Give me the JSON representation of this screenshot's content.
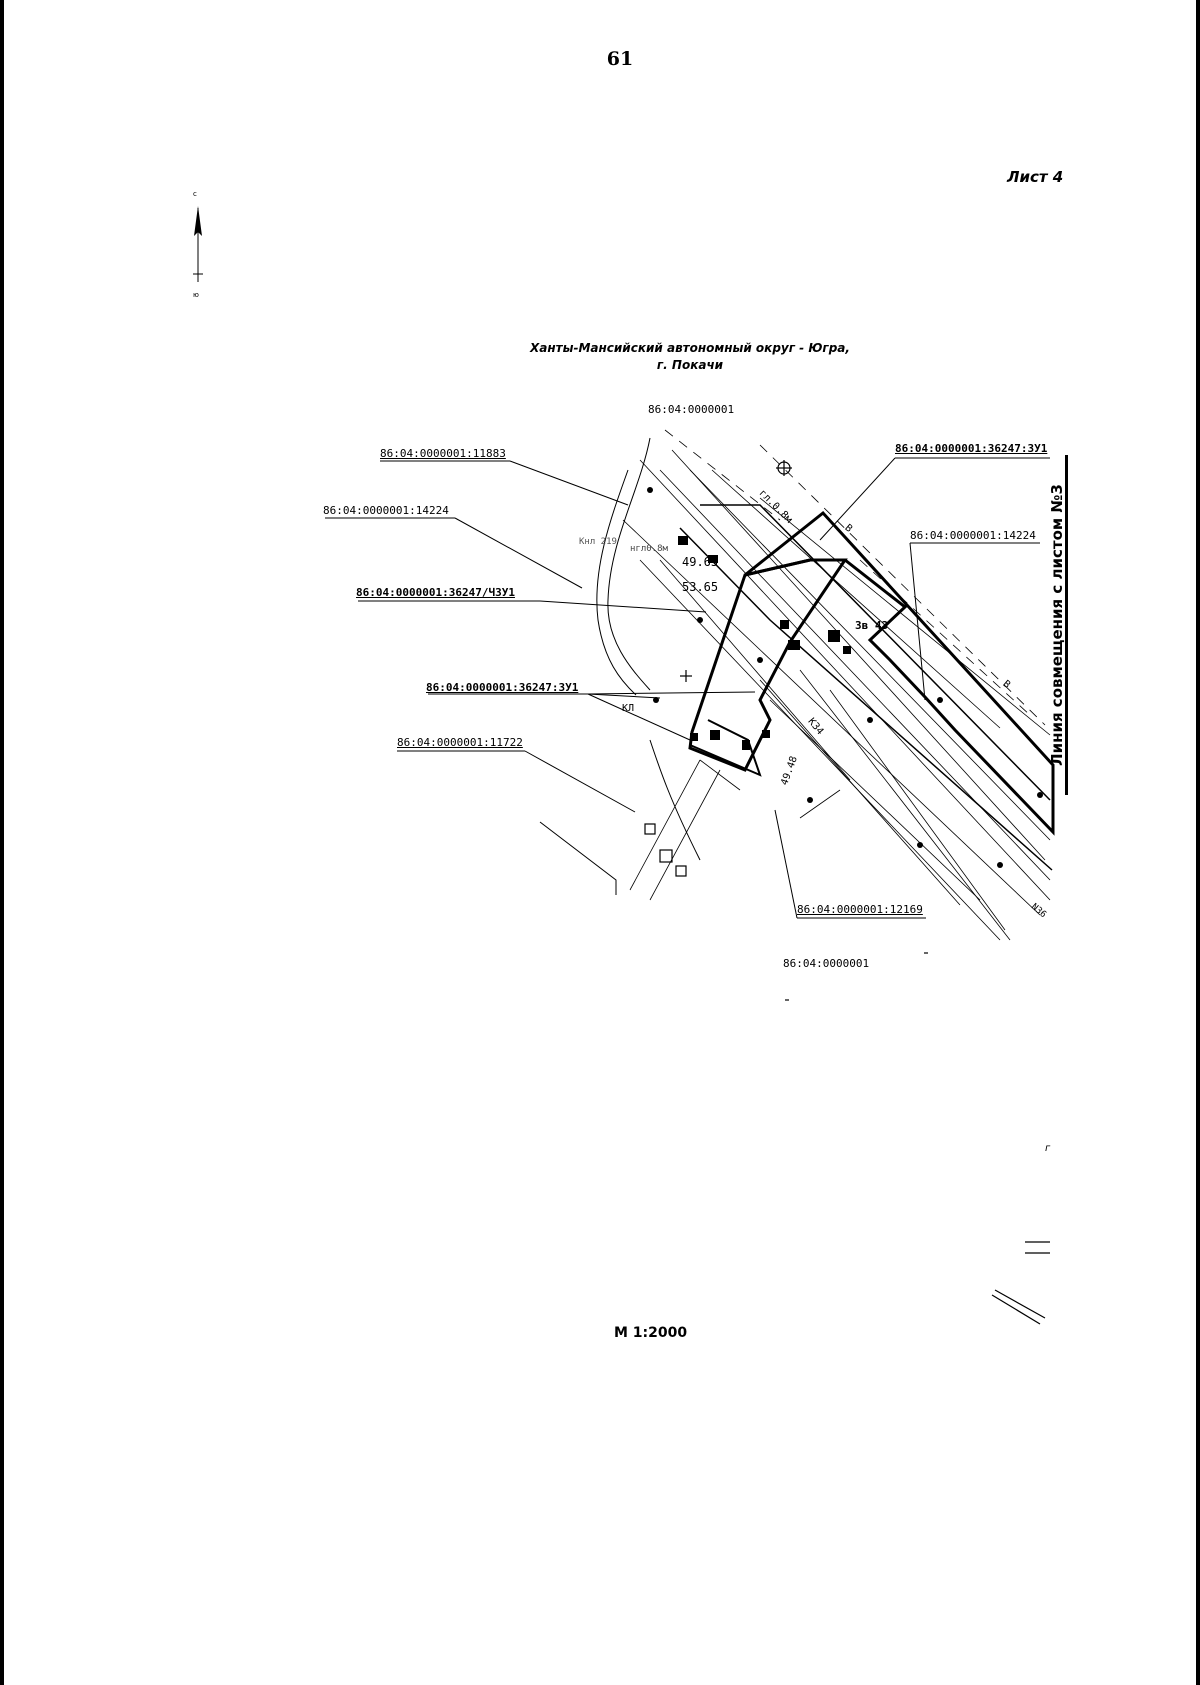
{
  "page_number": "61",
  "sheet_label": "Лист 4",
  "title_line1": "Ханты-Мансийский автономный округ - Югра,",
  "title_line2": "г. Покачи",
  "scale_text": "М 1:2000",
  "side_label": "Линия совмещения с листом №3",
  "north_arrow": {
    "top_letter": "с",
    "bottom_letter": "ю"
  },
  "quarter_top": "86:04:0000001",
  "quarter_bottom": "86:04:0000001",
  "parcel_labels": [
    "86:04:0000001:11883",
    "86:04:0000001:14224",
    "86:04:0000001:36247/ЧЗУ1",
    "86:04:0000001:36247:ЗУ1",
    "86:04:0000001:11722",
    "86:04:0000001:36247:ЗУ1",
    "86:04:0000001:14224",
    "86:04:0000001:12169"
  ],
  "map_annotations": [
    "49.65",
    "53.65",
    "КЛ",
    "В",
    "В",
    "гл.0.8м",
    "Кнл 219",
    "нгл0.8м",
    "К34",
    "N36",
    "49.48",
    "3в 43"
  ]
}
